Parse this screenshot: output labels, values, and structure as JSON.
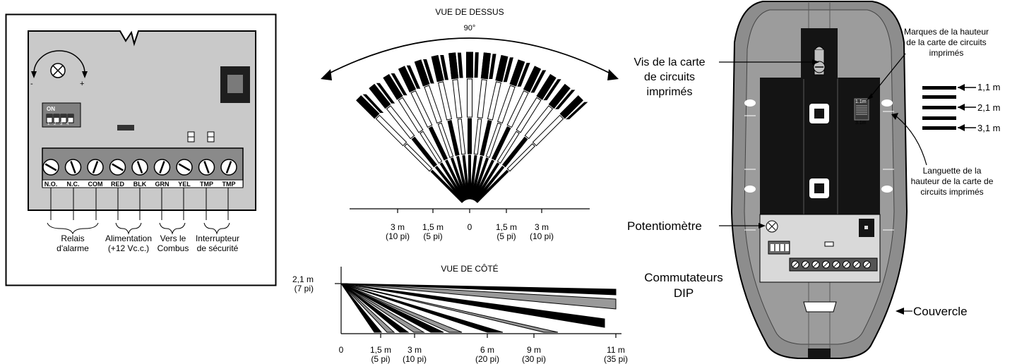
{
  "wiring_panel": {
    "pot_minus": "-",
    "pot_plus": "+",
    "dip_on": "ON",
    "dip_numbers": "1 2 3 4",
    "terminals": [
      "N.O.",
      "N.C.",
      "COM",
      "RED",
      "BLK",
      "GRN",
      "YEL",
      "TMP",
      "TMP"
    ],
    "groups": {
      "alarm_relay_1": "Relais",
      "alarm_relay_2": "d'alarme",
      "power_1": "Alimentation",
      "power_2": "(+12 Vc.c.)",
      "combus_1": "Vers le",
      "combus_2": "Combus",
      "tamper_1": "Interrupteur",
      "tamper_2": "de sécurité"
    }
  },
  "top_view": {
    "title": "VUE DE DESSUS",
    "angle": "90°",
    "ticks": [
      {
        "value": "3 m",
        "sub": "(10 pi)"
      },
      {
        "value": "1,5 m",
        "sub": "(5 pi)"
      },
      {
        "value": "0",
        "sub": ""
      },
      {
        "value": "1,5 m",
        "sub": "(5 pi)"
      },
      {
        "value": "3 m",
        "sub": "(10 pi)"
      }
    ]
  },
  "side_view": {
    "title": "VUE DE CÔTÉ",
    "height_label": "2,1 m",
    "height_sub": "(7 pi)",
    "ticks": [
      {
        "value": "0",
        "sub": ""
      },
      {
        "value": "1,5 m",
        "sub": "(5 pi)"
      },
      {
        "value": "3 m",
        "sub": "(10 pi)"
      },
      {
        "value": "6 m",
        "sub": "(20 pi)"
      },
      {
        "value": "9 m",
        "sub": "(30 pi)"
      },
      {
        "value": "11 m",
        "sub": "(35 pi)"
      }
    ]
  },
  "detector": {
    "pcb_screw_1": "Vis de la carte",
    "pcb_screw_2": "de circuits",
    "pcb_screw_3": "imprimés",
    "marks_1": "Marques de la hauteur",
    "marks_2": "de la carte de circuits",
    "marks_3": "imprimés",
    "tab_1": "Languette de la",
    "tab_2": "hauteur de la carte de",
    "tab_3": "circuits imprimés",
    "potentiometer": "Potentiomètre",
    "dip_1": "Commutateurs",
    "dip_2": "DIP",
    "cover": "Couvercle",
    "mark_11": "1.1m",
    "mark_31": "3.1m",
    "heights": [
      "1,1 m",
      "2,1 m",
      "3,1 m"
    ]
  }
}
